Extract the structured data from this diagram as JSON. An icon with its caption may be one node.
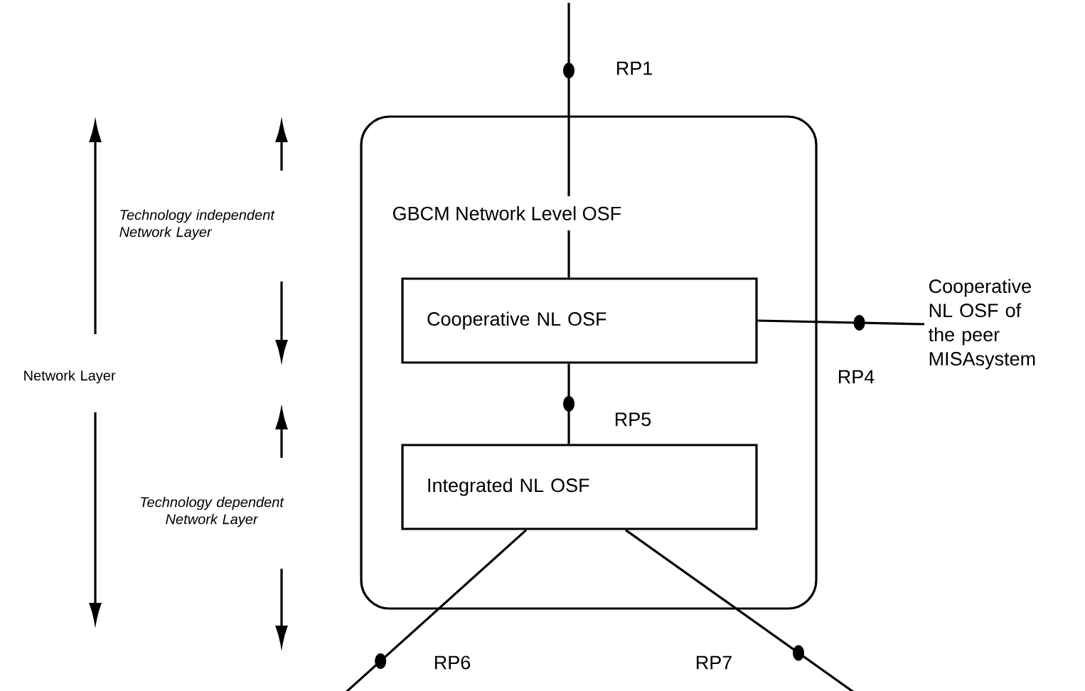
{
  "diagram": {
    "nodes": [
      {
        "text": [
          "GBCM Network Level OSF"
        ]
      },
      {
        "text": [
          "Cooperative NL OSF"
        ],
        "in": 0
      },
      {
        "text": [
          "Integrated NL OSF"
        ],
        "in": 0
      },
      {
        "text": [
          "Cooperative NL OSF of the peer MISAsystem"
        ]
      }
    ],
    "edges": [
      {
        "from": null,
        "to": 1,
        "arrow": "none",
        "label": "RP1"
      },
      {
        "from": 1,
        "to": 2,
        "arrow": "none",
        "label": "RP5"
      },
      {
        "from": 1,
        "to": 3,
        "arrow": "none",
        "label": "RP4"
      },
      {
        "from": 2,
        "to": null,
        "arrow": "none",
        "label": "RP6"
      },
      {
        "from": 2,
        "to": null,
        "arrow": "none",
        "label": "RP7"
      }
    ],
    "labels": [
      "Technology independent Network Layer",
      "Network Layer",
      "Technology dependent Network Layer"
    ]
  }
}
